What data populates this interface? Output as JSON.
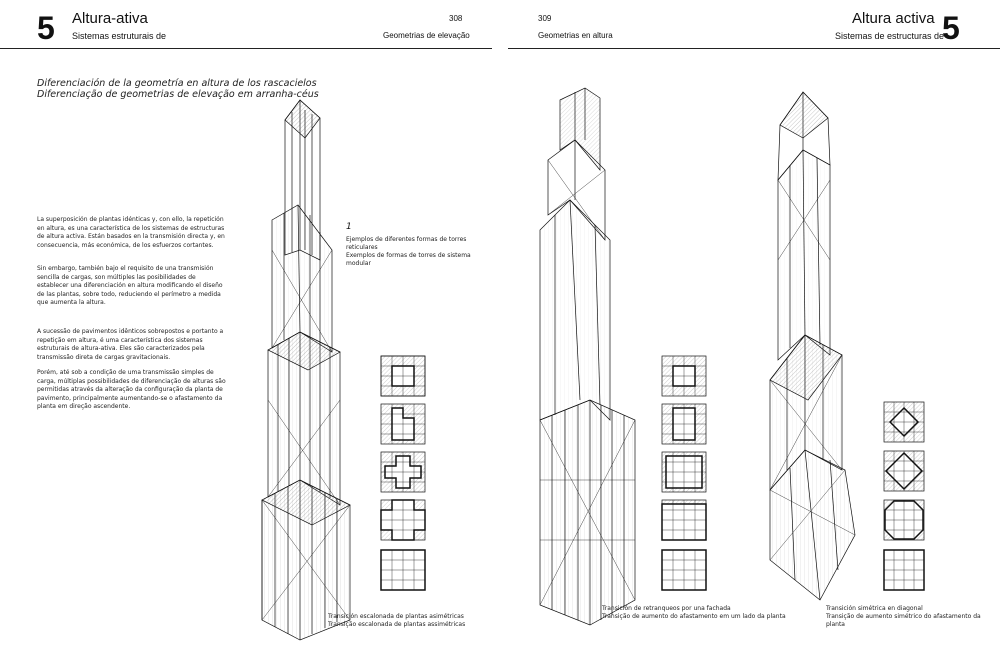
{
  "header": {
    "left_number": "5",
    "left_title": "Altura-ativa",
    "left_subtitle": "Sistemas estruturais de",
    "left_page": "308",
    "left_center": "Geometrias de elevação",
    "right_page": "309",
    "right_center": "Geometrias en altura",
    "right_title": "Altura activa",
    "right_subtitle": "Sistemas de estructuras de",
    "right_number": "5"
  },
  "section_title": {
    "line1": "Diferenciación de la geometría en altura de los rascacielos",
    "line2": "Diferenciação de geometrias de elevação em arranha-céus"
  },
  "paragraphs": [
    "La superposición de plantas idénticas y, con ello, la repetición en altura, es una característica de los sistemas de estructuras de altura activa. Están basados en la transmisión directa y, en consecuencia, más económica, de los esfuerzos cortantes.",
    "Sin embargo, también bajo el requisito de una transmisión sencilla de cargas, son múltiples las posibilidades de establecer una diferenciación en altura modificando el diseño de las plantas, sobre todo, reduciendo el perímetro a medida que aumenta la altura.",
    "A sucessão de pavimentos idênticos sobrepostos e portanto a repetição em altura, é uma característica dos sistemas estruturais de altura-ativa. Eles são caracterizados pela transmissão direta de cargas gravitacionais.",
    "Porém, até sob a condição de uma transmissão simples de carga, múltiplas possibilidades de diferenciação de alturas são permitidas através da alteração da configuração da planta de pavimento, principalmente aumentando-se o afastamento da planta em direção ascendente."
  ],
  "figure": {
    "number": "1",
    "caption_es": "Ejemplos de diferentes formas de torres reticulares",
    "caption_pt": "Exemplos de formas de torres de sistema modular"
  },
  "captions": {
    "tower1_es": "Transición escalonada de plantas asimétricas",
    "tower1_pt": "Transição escalonada de plantas assimétricas",
    "tower2_es": "Transición de retranqueos por una fachada",
    "tower2_pt": "Transição de aumento do afastamento em um lado da planta",
    "tower3_es": "Transición simétrica en diagonal",
    "tower3_pt": "Transição de aumento simétrico do afastamento da planta"
  }
}
